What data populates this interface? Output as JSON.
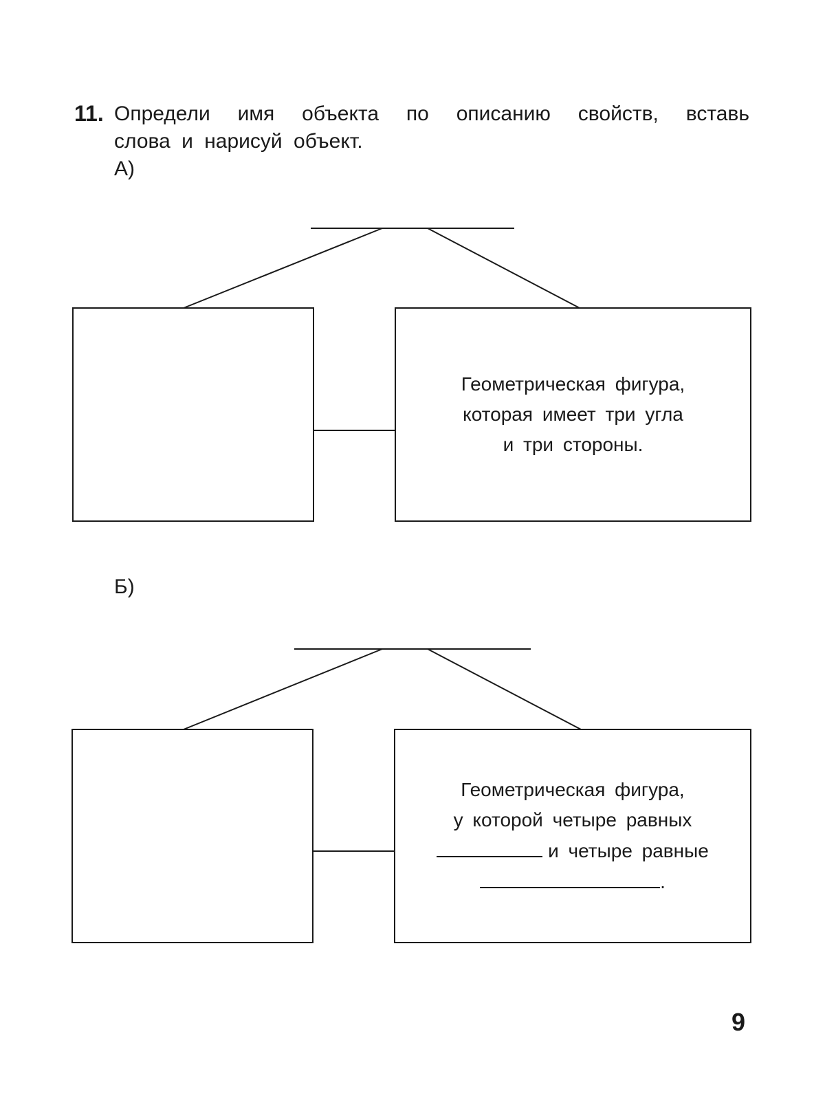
{
  "task": {
    "number": "11.",
    "text_line1": "Определи имя объекта по описанию свойств, вставь",
    "text_line2": "слова и нарисуй объект."
  },
  "part_a": {
    "label": "А)",
    "description_lines": [
      "Геометрическая фигура,",
      "которая имеет три угла",
      "и три стороны."
    ]
  },
  "part_b": {
    "label": "Б)",
    "description_lines": [
      "Геометрическая фигура,",
      "у которой четыре равных",
      "и четыре равные",
      "."
    ]
  },
  "page_number": "9"
}
